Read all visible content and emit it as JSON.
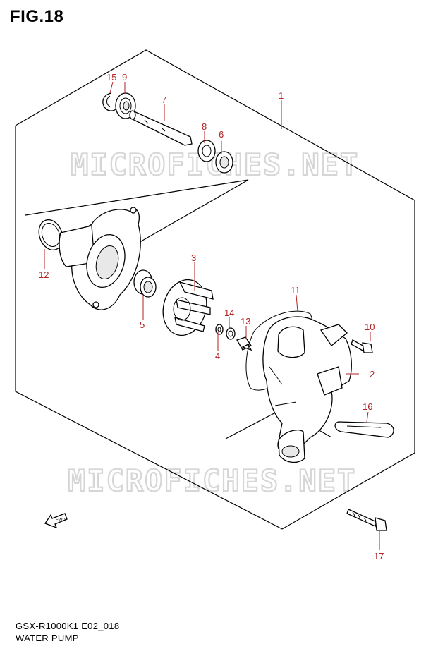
{
  "figure": {
    "title": "FIG.18",
    "model_code": "GSX-R1000K1 E02_018",
    "name": "WATER PUMP"
  },
  "watermark_text": "MICROFICHES.NET",
  "fwd_label": "FWD",
  "callouts": [
    {
      "id": "1",
      "label": "1"
    },
    {
      "id": "2",
      "label": "2"
    },
    {
      "id": "3",
      "label": "3"
    },
    {
      "id": "4",
      "label": "4"
    },
    {
      "id": "5",
      "label": "5"
    },
    {
      "id": "6",
      "label": "6"
    },
    {
      "id": "7",
      "label": "7"
    },
    {
      "id": "8",
      "label": "8"
    },
    {
      "id": "9",
      "label": "9"
    },
    {
      "id": "10",
      "label": "10"
    },
    {
      "id": "11",
      "label": "11"
    },
    {
      "id": "12",
      "label": "12"
    },
    {
      "id": "13",
      "label": "13"
    },
    {
      "id": "14",
      "label": "14"
    },
    {
      "id": "15",
      "label": "15"
    },
    {
      "id": "16",
      "label": "16"
    },
    {
      "id": "17",
      "label": "17"
    }
  ],
  "colors": {
    "callout": "#b22222",
    "line": "#000000",
    "watermark": "#d6d6d6"
  }
}
